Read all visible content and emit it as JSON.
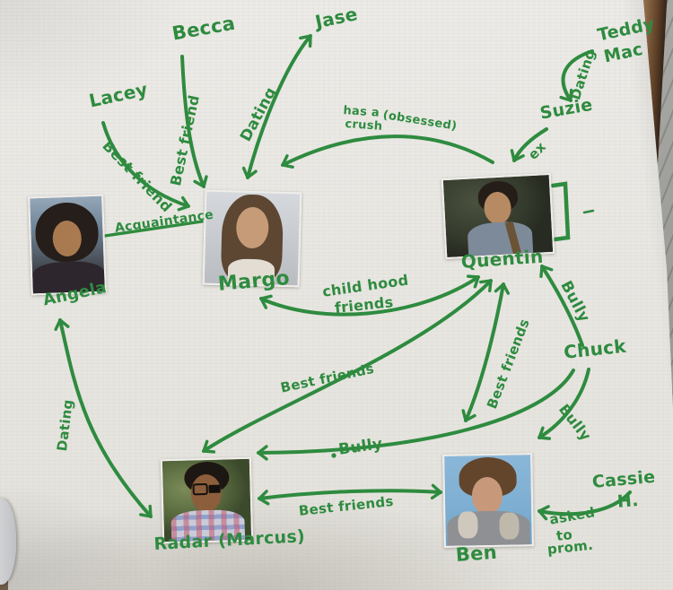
{
  "diagram_title": "hand-drawn character relationship map",
  "ink_color": "#2e8b3f",
  "people": {
    "photo_nodes": [
      {
        "id": "angela",
        "label": "Angela"
      },
      {
        "id": "margo",
        "label": "Margo"
      },
      {
        "id": "quentin",
        "label": "Quentin"
      },
      {
        "id": "radar",
        "label": "Radar (Marcus)"
      },
      {
        "id": "ben",
        "label": "Ben"
      }
    ],
    "text_nodes": [
      {
        "id": "lacey",
        "label": "Lacey"
      },
      {
        "id": "becca",
        "label": "Becca"
      },
      {
        "id": "jase",
        "label": "Jase"
      },
      {
        "id": "teddy_mac",
        "label": "Teddy Mac"
      },
      {
        "id": "suzie",
        "label": "Suzie"
      },
      {
        "id": "chuck",
        "label": "Chuck"
      },
      {
        "id": "cassie",
        "label": "Cassie H."
      }
    ]
  },
  "labels": {
    "lacey": "Lacey",
    "becca": "Becca",
    "jase": "Jase",
    "teddy1": "Teddy",
    "teddy2": "Mac",
    "suzie": "Suzie",
    "chuck": "Chuck",
    "cassie1": "Cassie",
    "cassie2": "H.",
    "angela": "Angela",
    "margo": "Margo",
    "quentin": "Quentin",
    "radar": "Radar (Marcus)",
    "ben": "Ben",
    "best_friend_lacey": "Best friend",
    "best_friend_becca": "Best friend",
    "dating_jase": "Dating",
    "crush1": "has a",
    "crush2": "crush",
    "crush3": "(obsessed)",
    "dating_teddy": "Dating",
    "ex": "ex",
    "acquaintance": "Acquaintance",
    "childhood1": "child hood",
    "childhood2": "friends",
    "bully_quentin": "Bully",
    "best_friends_rq": "Best friends",
    "best_friends_qb": "Best friends",
    "bully_radar": "Bully",
    "bully_ben": "Bully",
    "dating_angela_radar": "Dating",
    "best_friends_rb": "Best friends",
    "asked1": "asked",
    "asked2": "to",
    "asked3": "prom."
  },
  "relationships": [
    {
      "from": "Lacey",
      "to": "Margo",
      "label": "Best friend",
      "direction": "one-way"
    },
    {
      "from": "Becca",
      "to": "Margo",
      "label": "Best friend",
      "direction": "one-way"
    },
    {
      "from": "Margo",
      "to": "Jase",
      "label": "Dating",
      "direction": "two-way"
    },
    {
      "from": "Quentin",
      "to": "Margo",
      "label": "has a crush (obsessed)",
      "direction": "one-way"
    },
    {
      "from": "Teddy Mac",
      "to": "Suzie",
      "label": "Dating",
      "direction": "one-way"
    },
    {
      "from": "Suzie",
      "to": "Quentin",
      "label": "ex",
      "direction": "one-way"
    },
    {
      "from": "Angela",
      "to": "Margo",
      "label": "Acquaintance",
      "direction": "line"
    },
    {
      "from": "Margo",
      "to": "Quentin",
      "label": "child hood friends",
      "direction": "two-way"
    },
    {
      "from": "Radar (Marcus)",
      "to": "Quentin",
      "label": "Best friends",
      "direction": "two-way"
    },
    {
      "from": "Quentin",
      "to": "Ben",
      "label": "Best friends",
      "direction": "two-way"
    },
    {
      "from": "Chuck",
      "to": "Quentin",
      "label": "Bully",
      "direction": "one-way"
    },
    {
      "from": "Chuck",
      "to": "Radar (Marcus)",
      "label": "Bully",
      "direction": "one-way"
    },
    {
      "from": "Chuck",
      "to": "Ben",
      "label": "Bully",
      "direction": "one-way"
    },
    {
      "from": "Angela",
      "to": "Radar (Marcus)",
      "label": "Dating",
      "direction": "two-way"
    },
    {
      "from": "Radar (Marcus)",
      "to": "Ben",
      "label": "Best friends",
      "direction": "two-way"
    },
    {
      "from": "Cassie H.",
      "to": "Ben",
      "label": "asked to prom.",
      "direction": "one-way"
    }
  ]
}
